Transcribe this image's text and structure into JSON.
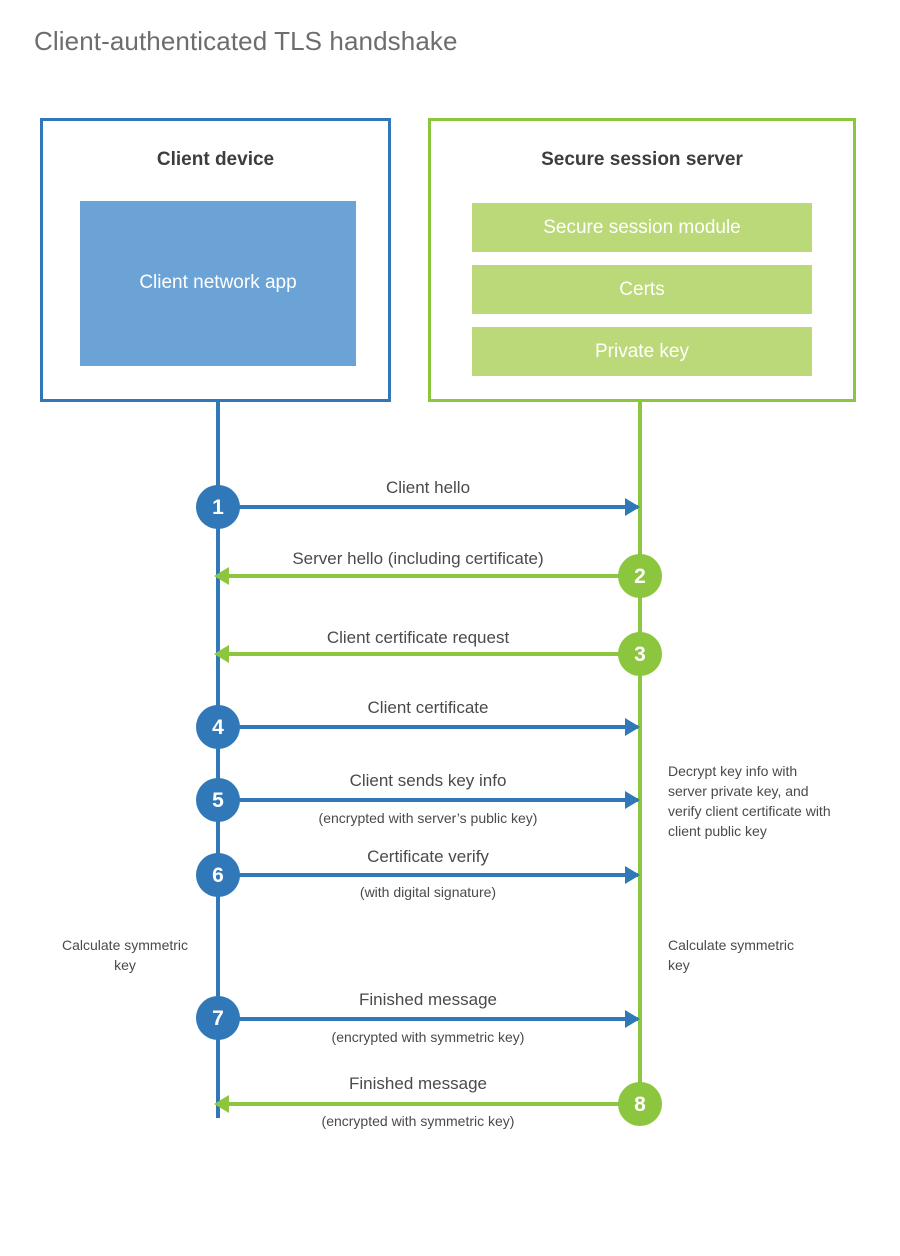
{
  "title": "Client-authenticated TLS handshake",
  "colors": {
    "client_blue": "#3178b8",
    "client_app_fill": "#6ba3d6",
    "server_green": "#8cc63e",
    "server_block_fill": "#bcd97a",
    "text": "#4a4a4a",
    "title_text": "#6d6d6d",
    "background": "#ffffff"
  },
  "actors": {
    "client": {
      "title": "Client device",
      "blocks": [
        {
          "label": "Client network app"
        }
      ]
    },
    "server": {
      "title": "Secure session server",
      "blocks": [
        {
          "label": "Secure session module"
        },
        {
          "label": "Certs"
        },
        {
          "label": "Private key"
        }
      ]
    }
  },
  "messages": [
    {
      "number": "1",
      "label": "Client hello",
      "sublabel": "",
      "direction": "client-to-server",
      "color": "#3178b8"
    },
    {
      "number": "2",
      "label": "Server hello (including certificate)",
      "sublabel": "",
      "direction": "server-to-client",
      "color": "#8cc63e"
    },
    {
      "number": "3",
      "label": "Client certificate request",
      "sublabel": "",
      "direction": "server-to-client",
      "color": "#8cc63e"
    },
    {
      "number": "4",
      "label": "Client certificate",
      "sublabel": "",
      "direction": "client-to-server",
      "color": "#3178b8"
    },
    {
      "number": "5",
      "label": "Client sends key info",
      "sublabel": "(encrypted with server’s public key)",
      "direction": "client-to-server",
      "color": "#3178b8"
    },
    {
      "number": "6",
      "label": "Certificate verify",
      "sublabel": "(with digital signature)",
      "direction": "client-to-server",
      "color": "#3178b8"
    },
    {
      "number": "7",
      "label": "Finished message",
      "sublabel": "(encrypted with symmetric key)",
      "direction": "client-to-server",
      "color": "#3178b8"
    },
    {
      "number": "8",
      "label": "Finished message",
      "sublabel": "(encrypted with symmetric key)",
      "direction": "server-to-client",
      "color": "#8cc63e"
    }
  ],
  "notes": {
    "server_decrypt": "Decrypt key info with server private key, and verify client certificate with client public key",
    "client_calculate": "Calculate symmetric key",
    "server_calculate": "Calculate symmetric key"
  }
}
